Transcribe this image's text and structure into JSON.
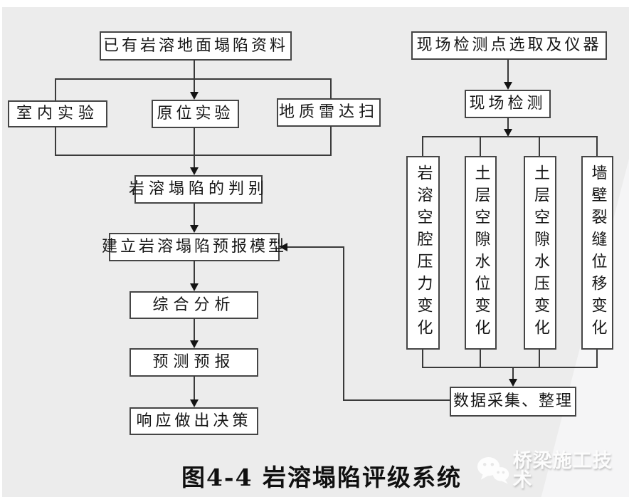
{
  "figure": {
    "caption": "图4-4  岩溶塌陷评级系统"
  },
  "watermark": {
    "icon": "wechat-icon",
    "text": "桥梁施工技术"
  },
  "colors": {
    "panel_background": "#ececec",
    "panel_highlight": "#f5f5f6",
    "box_fill": "#ffffff",
    "box_border": "#454545",
    "connector": "#3a3a3a",
    "text": "#161616",
    "watermark_text": "#fcfcfc"
  },
  "diagram": {
    "left_flow": {
      "source": "已有岩溶地面塌陷资料",
      "methods": [
        "室内实验",
        "原位实验",
        "地质雷达扫"
      ],
      "steps": [
        "岩溶塌陷的判别",
        "建立岩溶塌陷预报模型",
        "综合分析",
        "预测预报",
        "响应做出决策"
      ]
    },
    "right_flow": {
      "start": "现场检测点选取及仪器",
      "detect": "现场检测",
      "monitor_items": [
        "岩溶空腔压力变化",
        "土层空隙水位变化",
        "土层空隙水压变化",
        "墙壁裂缝位移变化"
      ],
      "collect": "数据采集、整理"
    }
  }
}
